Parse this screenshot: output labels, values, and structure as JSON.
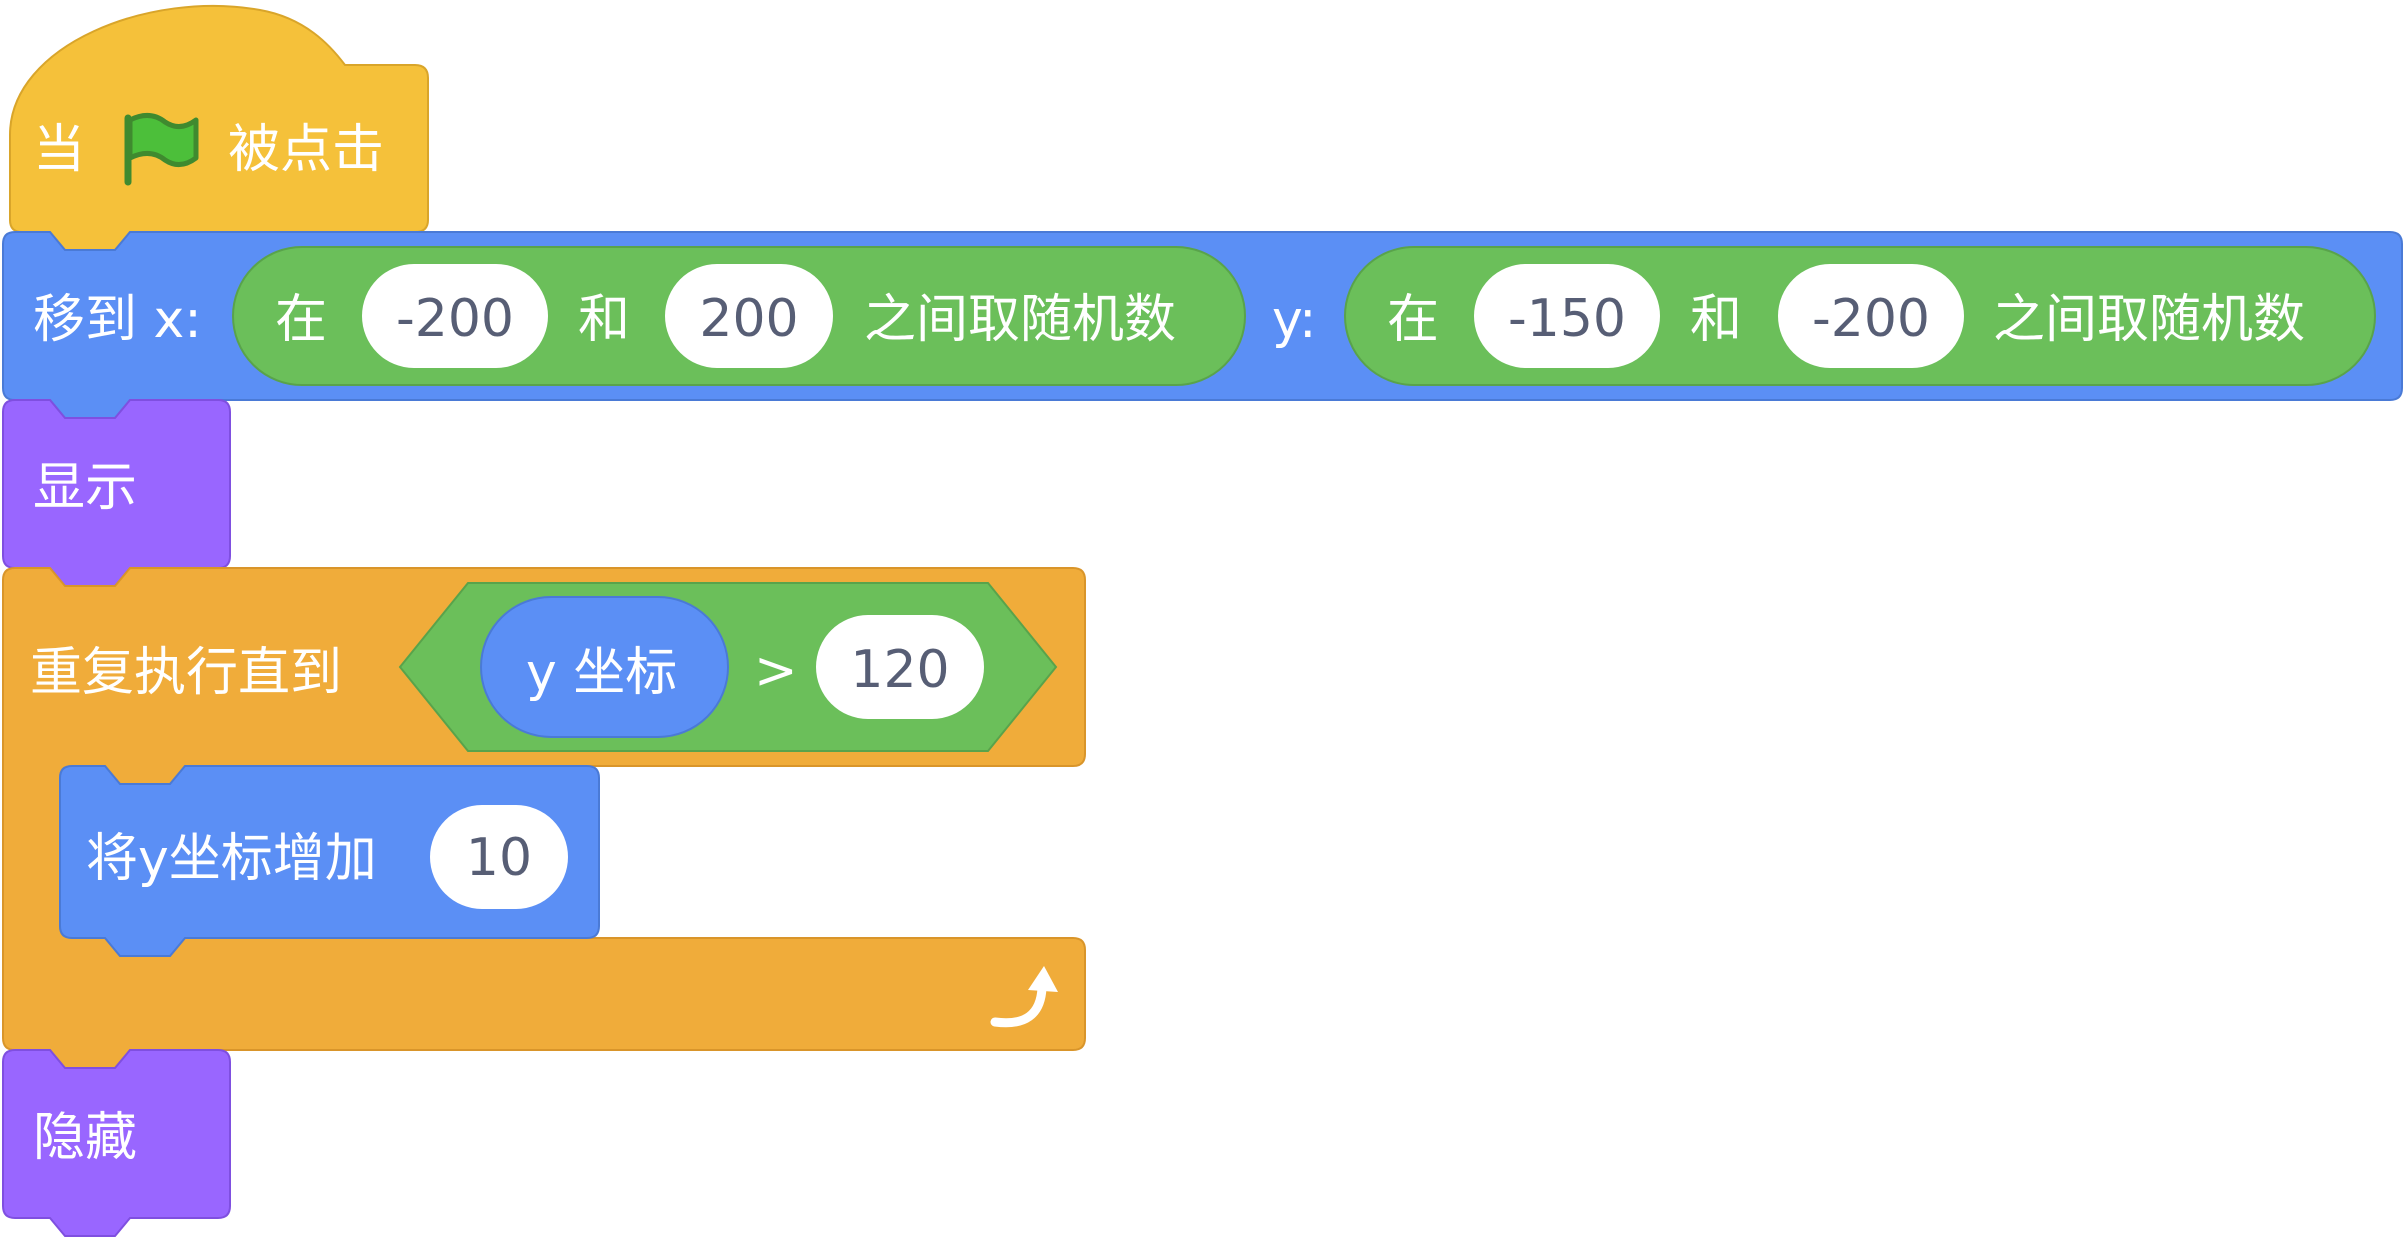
{
  "colors": {
    "event": "#f5c13a",
    "motion": "#5b8ff5",
    "looks": "#9966ff",
    "control": "#f0ac3a",
    "operators": "#6bbf5a",
    "input_bg": "#ffffff",
    "input_text": "#575e75",
    "label_text": "#ffffff"
  },
  "hat_block": {
    "label_when": "当",
    "flag_icon": "green-flag",
    "label_clicked": "被点击"
  },
  "goto_block": {
    "label": "移到 x:",
    "x_random": {
      "label_at": "在",
      "from": "-200",
      "label_and": "和",
      "to": "200",
      "label_random": "之间取随机数"
    },
    "label_y": "y:",
    "y_random": {
      "label_at": "在",
      "from": "-150",
      "label_and": "和",
      "to": "-200",
      "label_random": "之间取随机数"
    }
  },
  "show_block": {
    "label": "显示"
  },
  "repeat_until_block": {
    "label": "重复执行直到",
    "condition": {
      "reporter": "y 坐标",
      "operator": ">",
      "value": "120"
    },
    "loop_icon": "loop-arrow"
  },
  "change_y_block": {
    "label": "将y坐标增加",
    "value": "10"
  },
  "hide_block": {
    "label": "隐藏"
  }
}
